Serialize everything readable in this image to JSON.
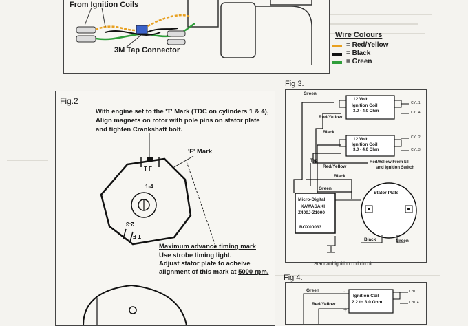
{
  "fig1": {
    "from_ignition_coils": "From Ignition Coils",
    "tap_connector": "3M Tap Connector",
    "legend": {
      "title": "Wire Colours",
      "items": [
        {
          "label": "= Red/Yellow",
          "color": "#e8a020"
        },
        {
          "label": "= Black",
          "color": "#111111"
        },
        {
          "label": "= Green",
          "color": "#2f9e3a"
        }
      ]
    }
  },
  "fig2": {
    "title": "Fig.2",
    "instruction_1": "With engine set to the 'T' Mark (TDC on cylinders 1 & 4),",
    "instruction_2": "Align magnets on rotor with pole pins on stator plate",
    "instruction_3": "and tighten Crankshaft bolt.",
    "f_mark": "'F' Mark",
    "max_advance_title": "Maximum advance timing mark",
    "advance_1": "Use strobe timing light.",
    "advance_2": "Adjust stator plate to acheive",
    "advance_3_prefix": "alignment of this mark at ",
    "advance_rpm": "5000 rpm.",
    "mark_tf_top": "T F",
    "mark_14": "1-4",
    "mark_23": "2-3",
    "mark_tf_bottom": "T F"
  },
  "fig3": {
    "title": "Fig 3.",
    "caption": "Standard ignition coil circuit",
    "green": "Green",
    "red_yellow": "Red/Yellow",
    "black": "Black",
    "tap": "Tap",
    "coil1_line1": "12 Volt",
    "coil1_line2": "Ignition Coil",
    "coil1_line3": "3.0 - 4.0 Ohm",
    "coil2_line1": "12 Volt",
    "coil2_line2": "Ignition Coil",
    "coil2_line3": "3.0 - 4.0 Ohm",
    "cyl1": "CYL 1",
    "cyl4": "CYL 4",
    "cyl2": "CYL 2",
    "cyl3": "CYL 3",
    "from_kill_1": "Red/Yellow From kill",
    "from_kill_2": "and Ignition Switch",
    "unit_1": "Micro-Digital",
    "unit_2": "KAWASAKI",
    "unit_3": "Z400J-Z1000",
    "unit_4": "BOX00033",
    "stator": "Stator Plate",
    "black_stator": "Black",
    "green_stator": "Green",
    "black_unit": "Black",
    "green_unit": "Green"
  },
  "fig4": {
    "title": "Fig 4.",
    "green": "Green",
    "red_yellow": "Red/Yellow",
    "coil_line1": "Ignition Coil",
    "coil_line2": "2.2 to 3.0 Ohm",
    "cyl1": "CYL 1",
    "cyl4": "CYL 4",
    "plus": "+",
    "minus": "-"
  }
}
